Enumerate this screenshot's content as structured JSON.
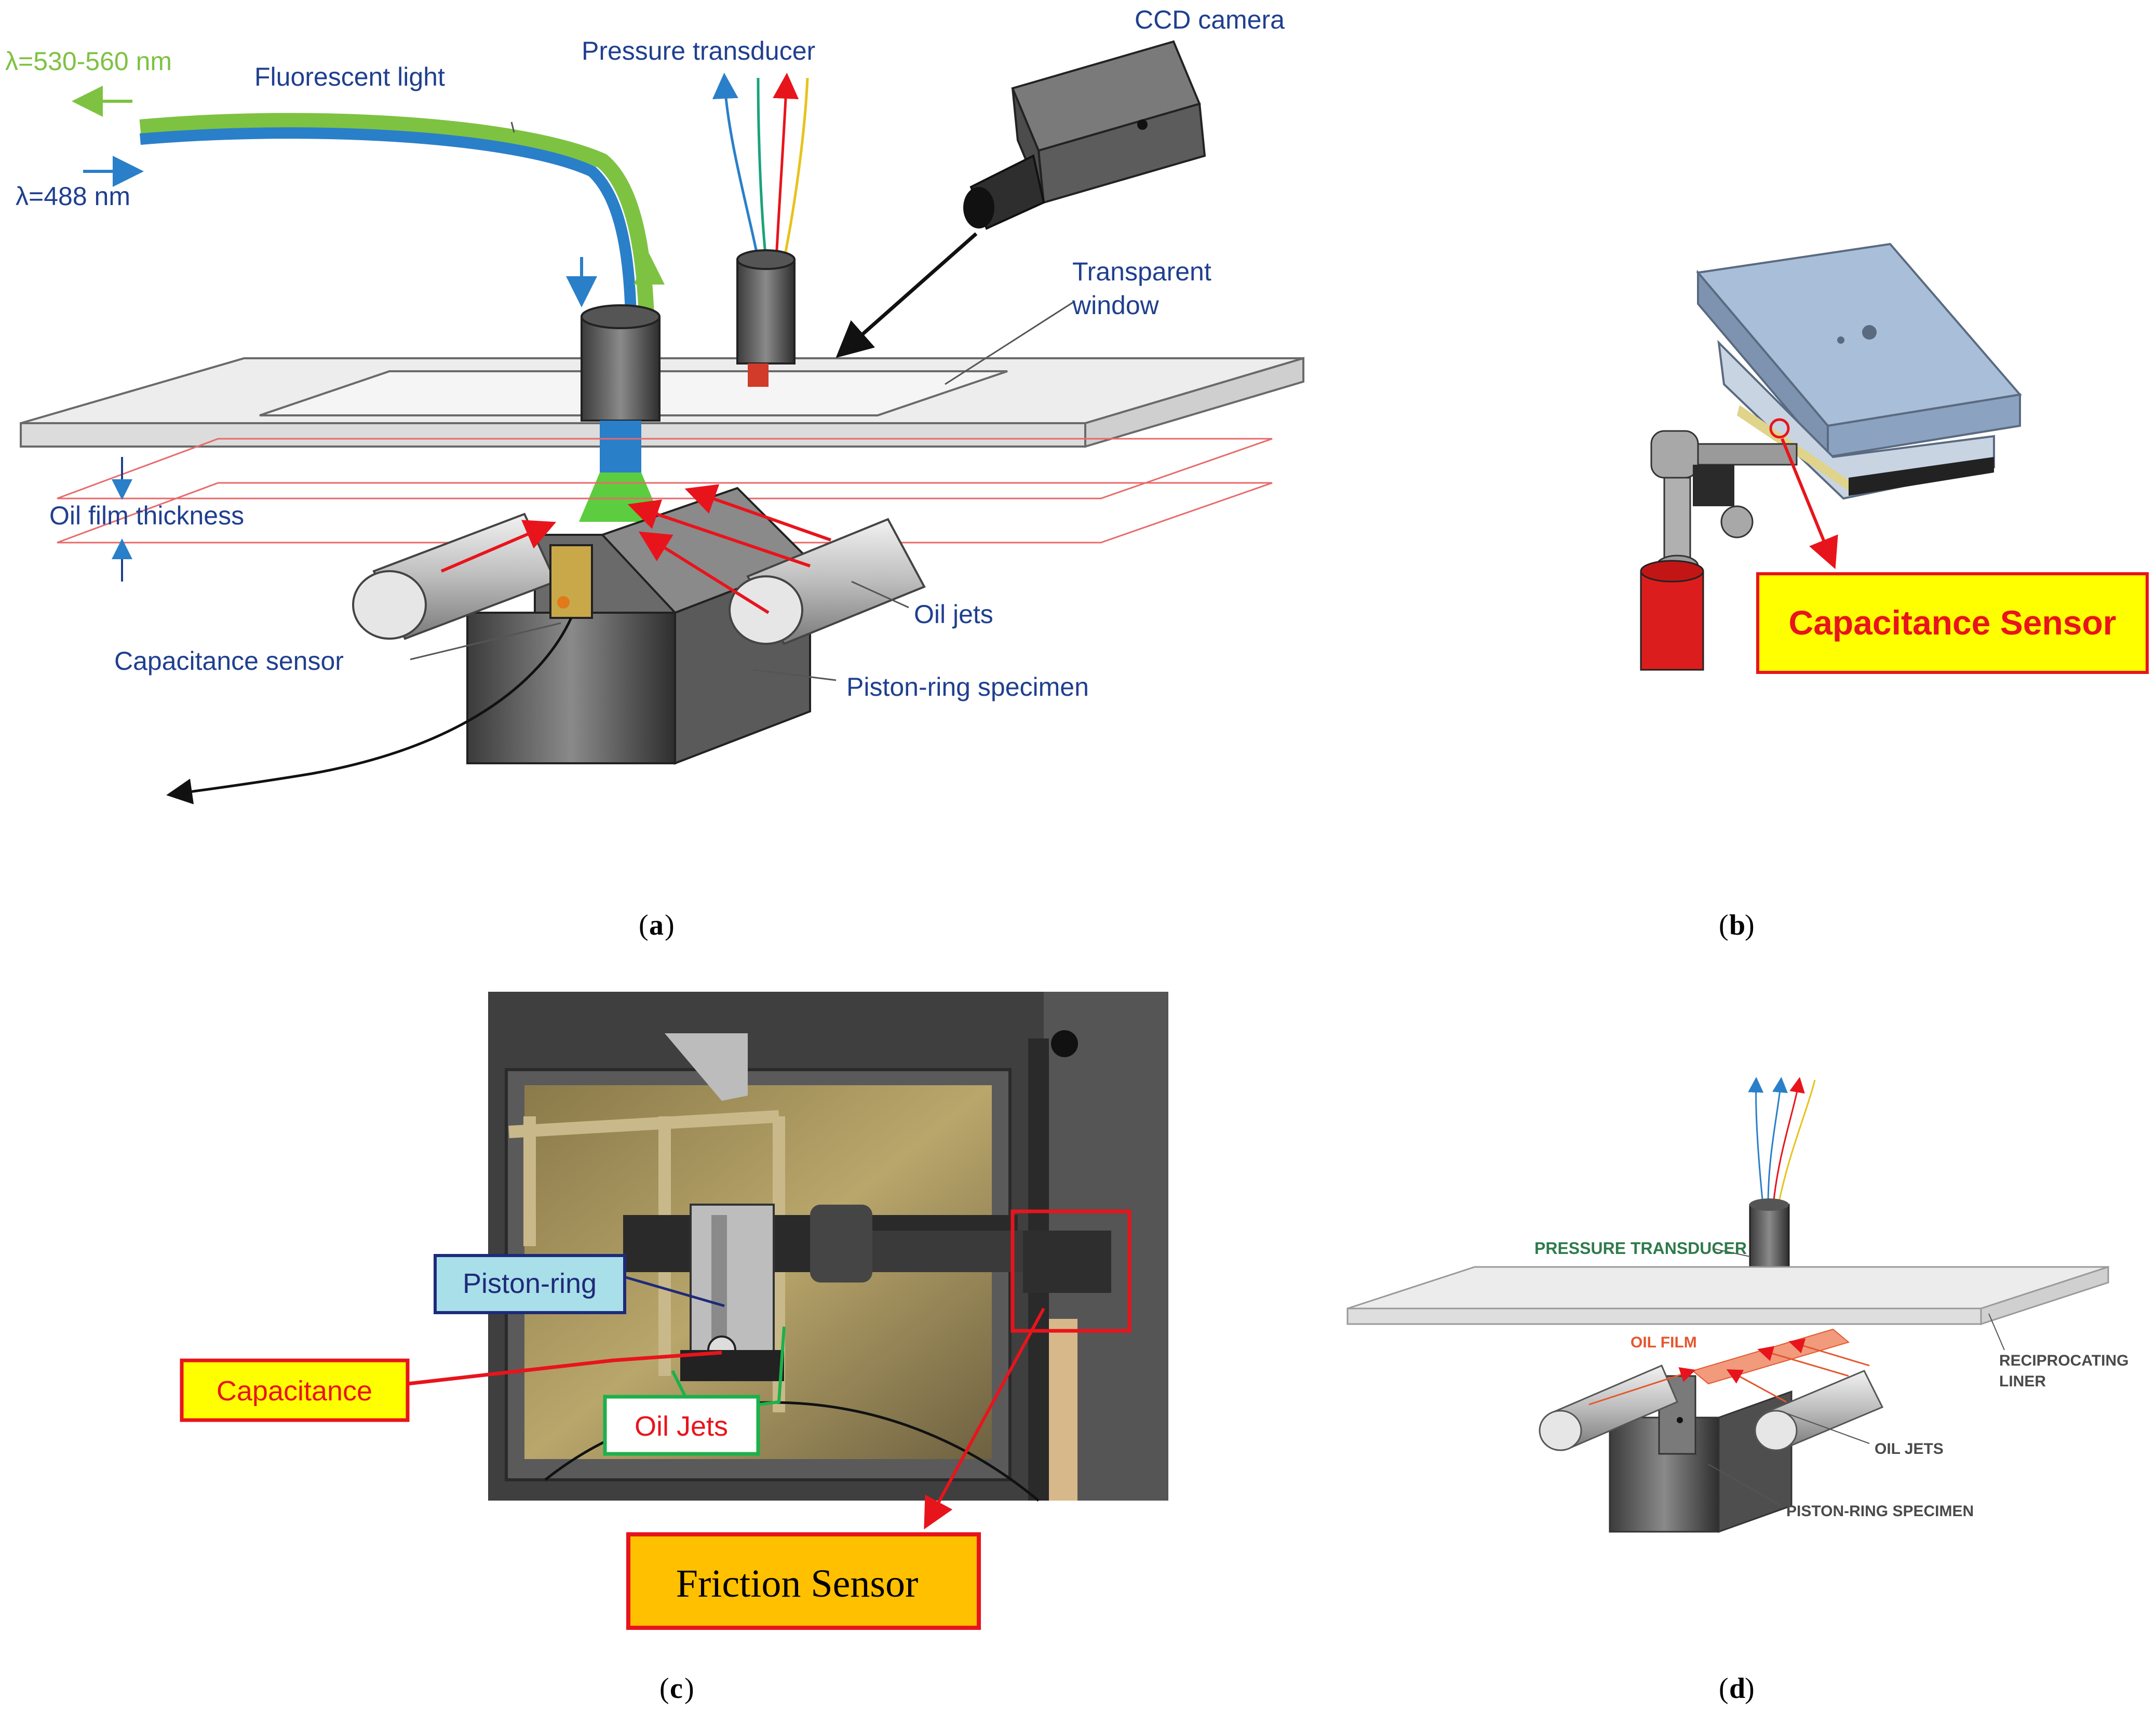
{
  "panel_a": {
    "wavelength_out": "λ=530-560 nm",
    "wavelength_in": "λ=488 nm",
    "fluorescent_light": "Fluorescent light",
    "pressure_transducer": "Pressure transducer",
    "ccd_camera": "CCD camera",
    "transparent_window_line1": "Transparent",
    "transparent_window_line2": "window",
    "oil_film_thickness": "Oil film thickness",
    "oil_jets": "Oil jets",
    "capacitance_sensor": "Capacitance sensor",
    "piston_ring_specimen": "Piston-ring specimen",
    "caption_letter": "a"
  },
  "panel_b": {
    "capacitance_sensor": "Capacitance Sensor",
    "caption_letter": "b"
  },
  "panel_c": {
    "piston_ring": "Piston-ring",
    "capacitance": "Capacitance",
    "oil_jets": "Oil Jets",
    "friction_sensor": "Friction Sensor",
    "caption_letter": "c"
  },
  "panel_d": {
    "pressure_transducer": "PRESSURE TRANSDUCER",
    "reciprocating_liner_line1": "RECIPROCATING",
    "reciprocating_liner_line2": "LINER",
    "oil_film": "OIL FILM",
    "oil_jets": "OIL JETS",
    "piston_ring_specimen": "PISTON-RING SPECIMEN",
    "caption_letter": "d"
  },
  "colors": {
    "label_blue": "#1f3f8f",
    "label_green": "#7ec242",
    "red_annotation": "#e8141c",
    "yellow_box": "#ffff00",
    "orange_box": "#ffc000",
    "teal_box": "#a9dfe8",
    "navy_border": "#1f2a7a",
    "green_border": "#1bb14b"
  }
}
